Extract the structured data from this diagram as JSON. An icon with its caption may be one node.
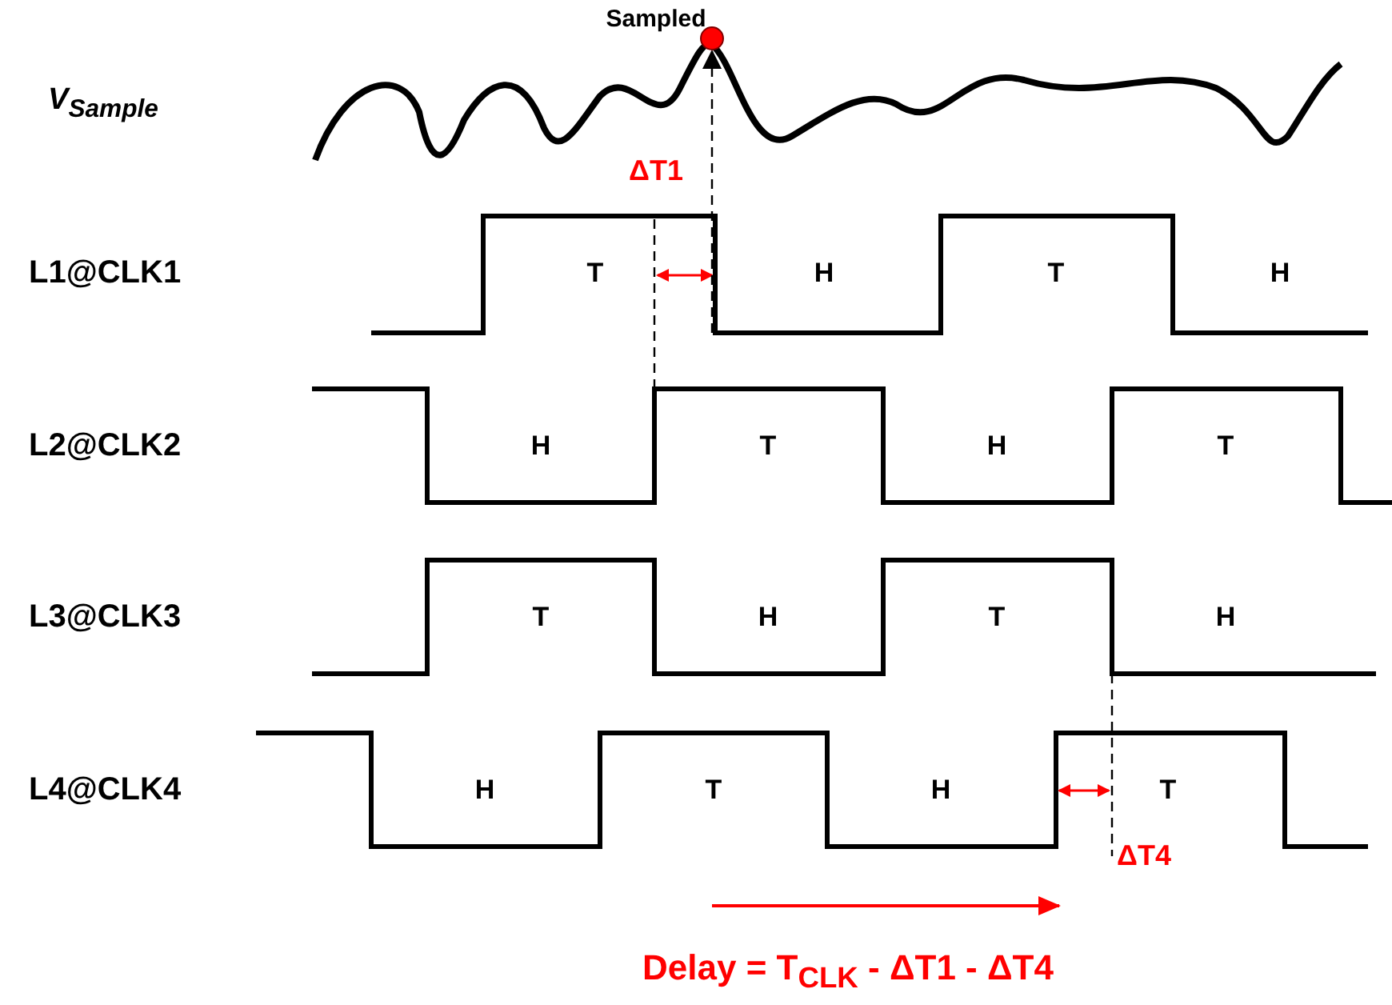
{
  "diagram": {
    "nodes": [
      {
        "text": [],
        "shape": "circle",
        "beside": [
          "Sampled"
        ]
      },
      {
        "text": [],
        "shape": "picture"
      }
    ],
    "edges": [
      {
        "from": 1,
        "to": 0,
        "arrow": "to",
        "style": "dashed"
      }
    ],
    "labels": [
      "V$_{Sample}$",
      "ΔT1",
      "L1@CLK1",
      "T",
      "H",
      "T",
      "H",
      "L2@CLK2",
      "H",
      "T",
      "H",
      "T",
      "L3@CLK3",
      "T",
      "H",
      "T",
      "H",
      "L4@CLK4",
      "H",
      "T",
      "H",
      "T",
      "ΔT4",
      "Delay = T$_{CLK}$ - ΔT1 - ΔT4"
    ]
  }
}
